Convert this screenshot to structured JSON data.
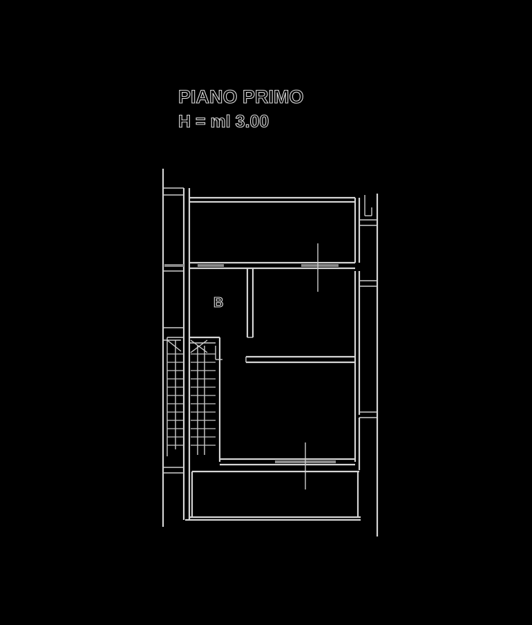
{
  "plan": {
    "title": "PIANO PRIMO",
    "height_note": "H  = ml 3.00",
    "room_label": "B"
  },
  "colors": {
    "background": "#000000",
    "lines": "#d6d6d6",
    "openings": "#8a8a8a"
  }
}
